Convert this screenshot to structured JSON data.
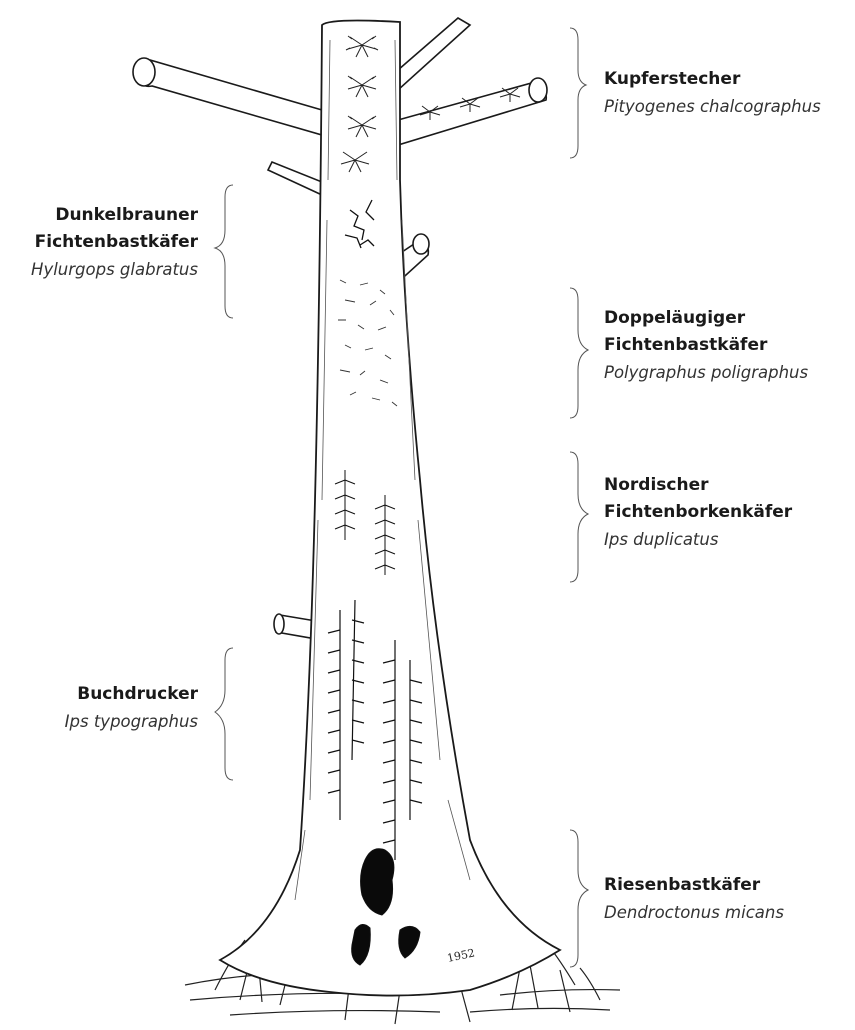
{
  "labels": {
    "kupferstecher": {
      "common": [
        "Kupferstecher"
      ],
      "latin": "Pityogenes chalcographus"
    },
    "dunkelbrauner": {
      "common": [
        "Dunkelbrauner",
        "Fichtenbastkäfer"
      ],
      "latin": "Hylurgops glabratus"
    },
    "doppelaeugiger": {
      "common": [
        "Doppeläugiger",
        "Fichtenbastkäfer"
      ],
      "latin": "Polygraphus poligraphus"
    },
    "nordischer": {
      "common": [
        "Nordischer",
        "Fichtenborkenkäfer"
      ],
      "latin": "Ips duplicatus"
    },
    "buchdrucker": {
      "common": [
        "Buchdrucker"
      ],
      "latin": "Ips typographus"
    },
    "riesenbast": {
      "common": [
        "Riesenbastkäfer"
      ],
      "latin": "Dendroctonus micans"
    }
  },
  "illustration": {
    "subject": "spruce-trunk-with-bark-beetle-galleries",
    "signature": "1952"
  }
}
